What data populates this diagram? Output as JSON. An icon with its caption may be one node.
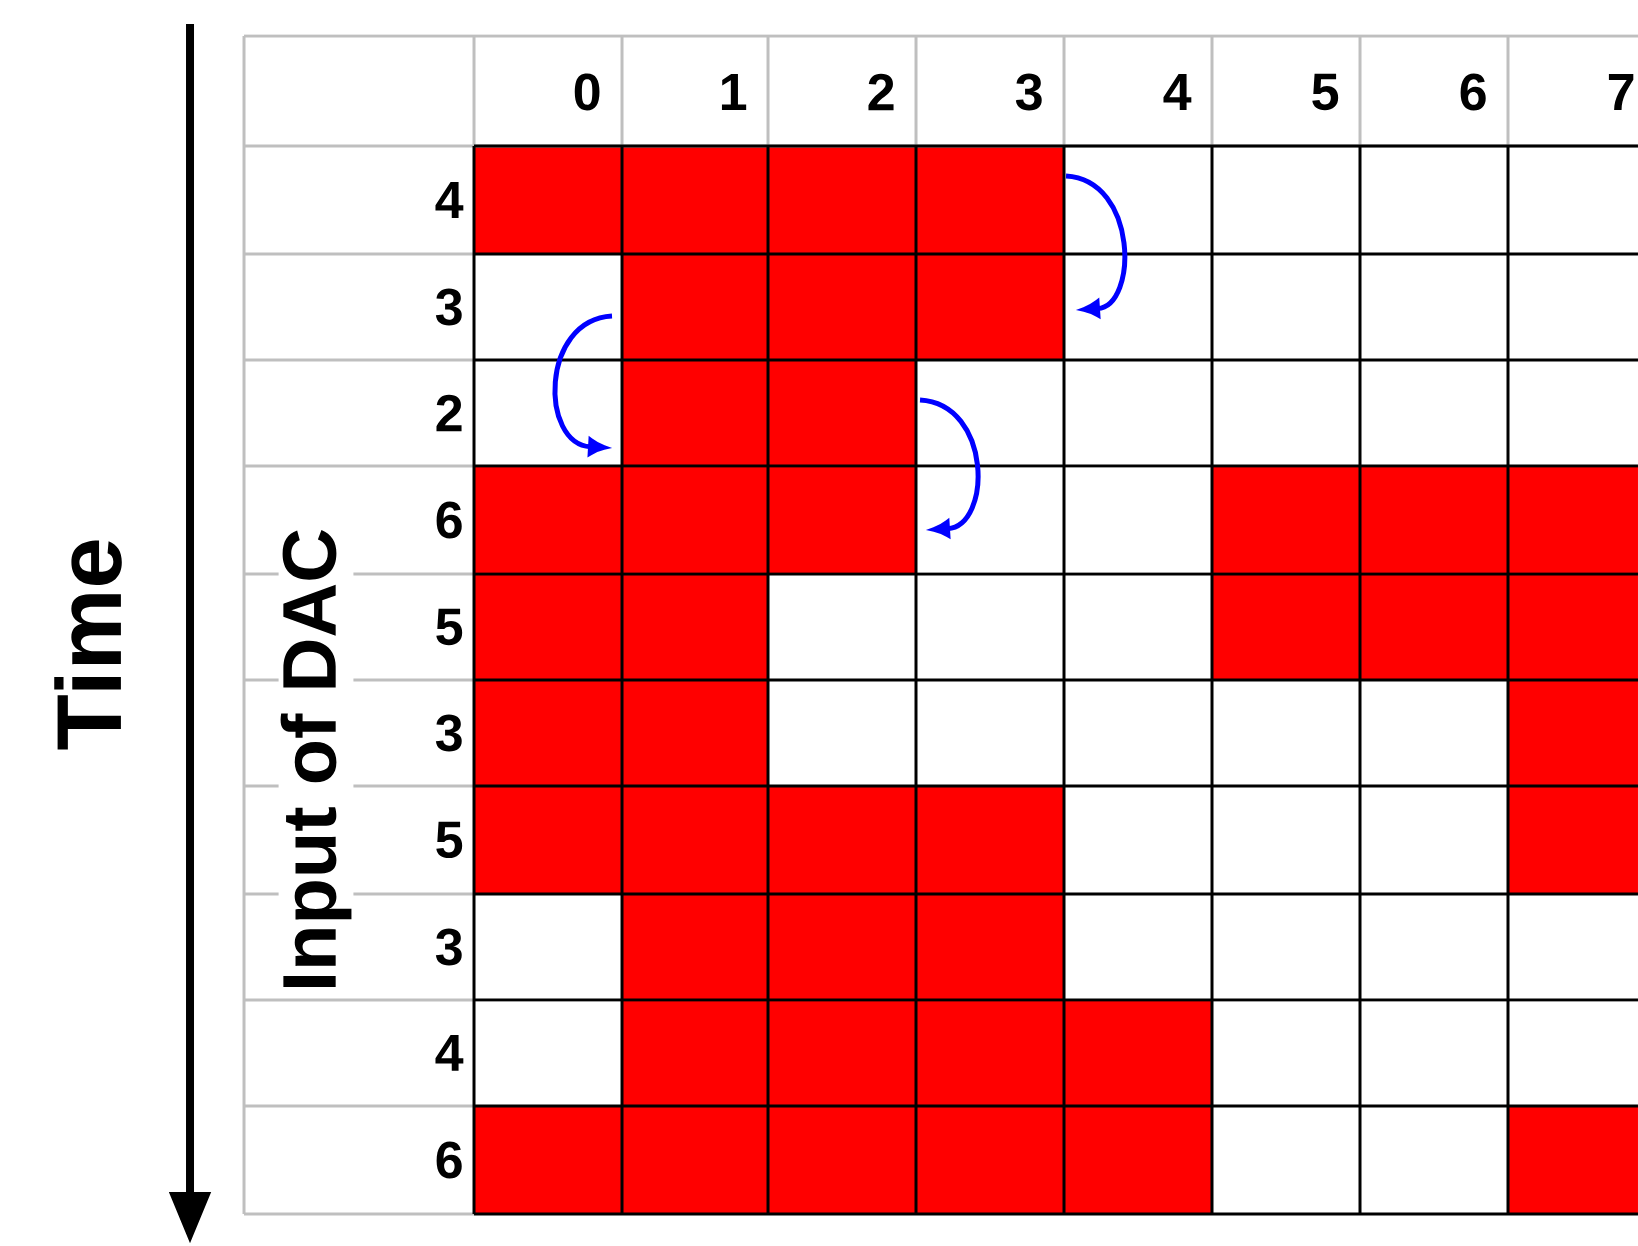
{
  "diagram": {
    "labels": [
      "0",
      "1",
      "2",
      "3",
      "4",
      "5",
      "6",
      "7",
      "4",
      "3",
      "2",
      "6",
      "5",
      "3",
      "5",
      "3",
      "4",
      "6",
      "Input of DAC",
      "Time"
    ]
  }
}
